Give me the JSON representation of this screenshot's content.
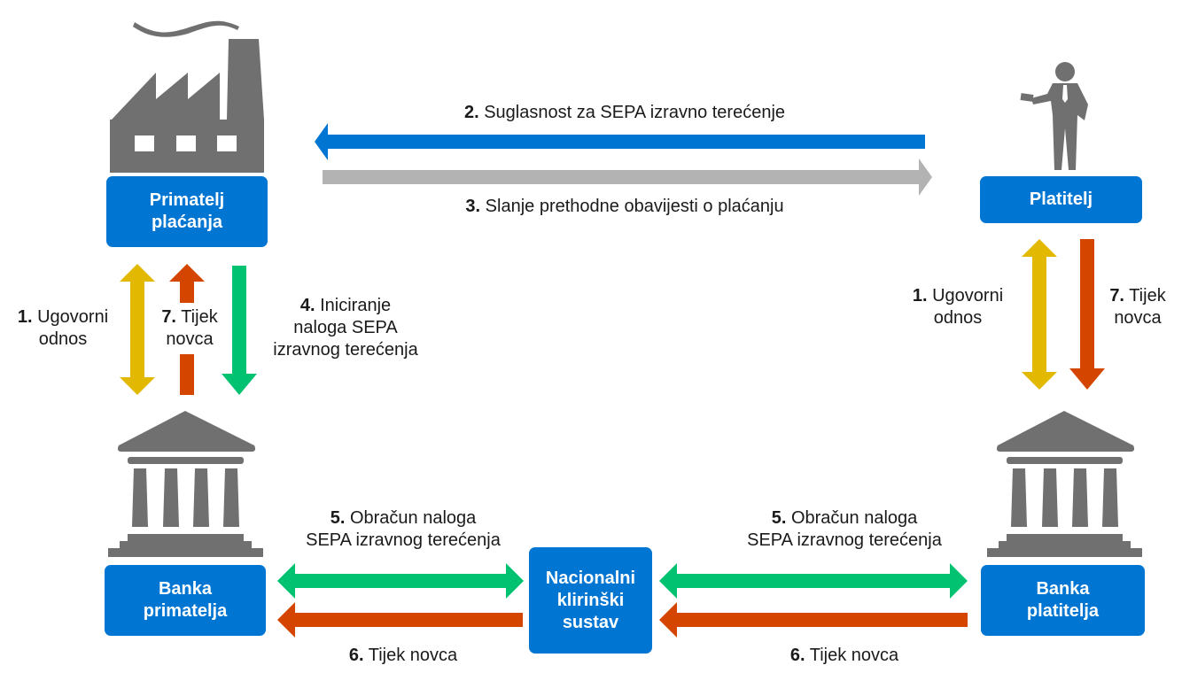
{
  "colors": {
    "node_blue": "#0075d2",
    "icon_gray": "#717071",
    "arrow_blue": "#0075d2",
    "arrow_gray": "#b3b3b3",
    "arrow_yellow": "#e2b800",
    "arrow_orange": "#d44600",
    "arrow_green": "#00c271"
  },
  "nodes": {
    "payee": {
      "line1": "Primatelj",
      "line2": "plaćanja",
      "icon": "factory-icon"
    },
    "payer": {
      "line1": "Platitelj",
      "icon": "businessman-icon"
    },
    "payee_bank": {
      "line1": "Banka",
      "line2": "primatelja",
      "icon": "bank-icon"
    },
    "clearing": {
      "line1": "Nacionalni",
      "line2": "klirinški sustav"
    },
    "payer_bank": {
      "line1": "Banka",
      "line2": "platitelja",
      "icon": "bank-icon"
    }
  },
  "steps": {
    "s1_left": {
      "num": "1.",
      "line1": "Ugovorni",
      "line2": "odnos",
      "direction": "both",
      "color": "yellow"
    },
    "s1_right": {
      "num": "1.",
      "line1": "Ugovorni",
      "line2": "odnos",
      "direction": "both",
      "color": "yellow"
    },
    "s2": {
      "num": "2.",
      "text": "Suglasnost za SEPA izravno terećenje",
      "direction": "payer-to-payee",
      "color": "blue"
    },
    "s3": {
      "num": "3.",
      "text": "Slanje prethodne obavijesti o plaćanju",
      "direction": "payee-to-payer",
      "color": "gray"
    },
    "s4": {
      "num": "4.",
      "line1": "Iniciranje",
      "line2": "naloga SEPA",
      "line3": "izravnog terećenja",
      "direction": "down",
      "color": "green"
    },
    "s5_left": {
      "num": "5.",
      "line1": "Obračun naloga",
      "line2": "SEPA izravnog terećenja",
      "direction": "both",
      "color": "green"
    },
    "s5_right": {
      "num": "5.",
      "line1": "Obračun naloga",
      "line2": "SEPA izravnog terećenja",
      "direction": "both",
      "color": "green"
    },
    "s6_left": {
      "num": "6.",
      "text": "Tijek novca",
      "direction": "left",
      "color": "orange"
    },
    "s6_right": {
      "num": "6.",
      "text": "Tijek novca",
      "direction": "left",
      "color": "orange"
    },
    "s7_left": {
      "num": "7.",
      "line1": "Tijek",
      "line2": "novca",
      "direction": "up",
      "color": "orange"
    },
    "s7_right": {
      "num": "7.",
      "line1": "Tijek",
      "line2": "novca",
      "direction": "down",
      "color": "orange"
    }
  }
}
